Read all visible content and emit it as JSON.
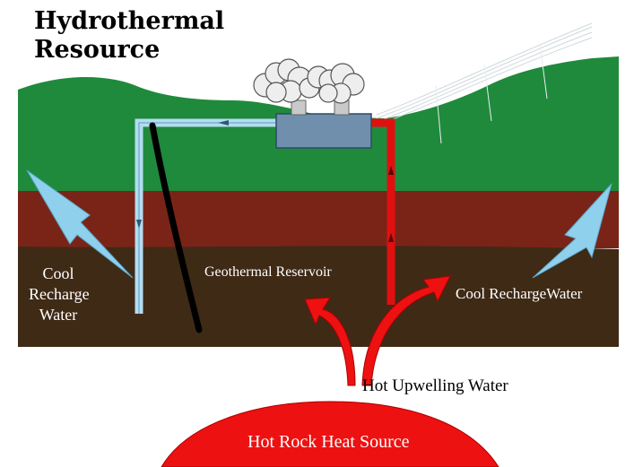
{
  "title": {
    "line1": "Hydrothermal",
    "line2": "Resource"
  },
  "labels": {
    "cool_recharge_left": [
      "Cool",
      "Recharge",
      "Water"
    ],
    "geothermal_reservoir": "Geothermal Reservoir",
    "cool_recharge_right": "Cool RechargeWater",
    "hot_upwelling": "Hot Upwelling Water",
    "heat_source": "Hot Rock Heat Source"
  },
  "colors": {
    "hill": "#1f8a3c",
    "clay_layer": "#7a2418",
    "reservoir_layer": "#3f2a16",
    "cold_pipe": "#b4dcf0",
    "hot_pipe": "#e01010",
    "plant": "#6f8fac",
    "heat_source": "#ee1111",
    "recharge_arrow": "#8fd0ec"
  },
  "icons": [
    "steam-cloud-icon",
    "power-line-icon",
    "recharge-arrow-icon",
    "upwelling-arrow-icon"
  ]
}
